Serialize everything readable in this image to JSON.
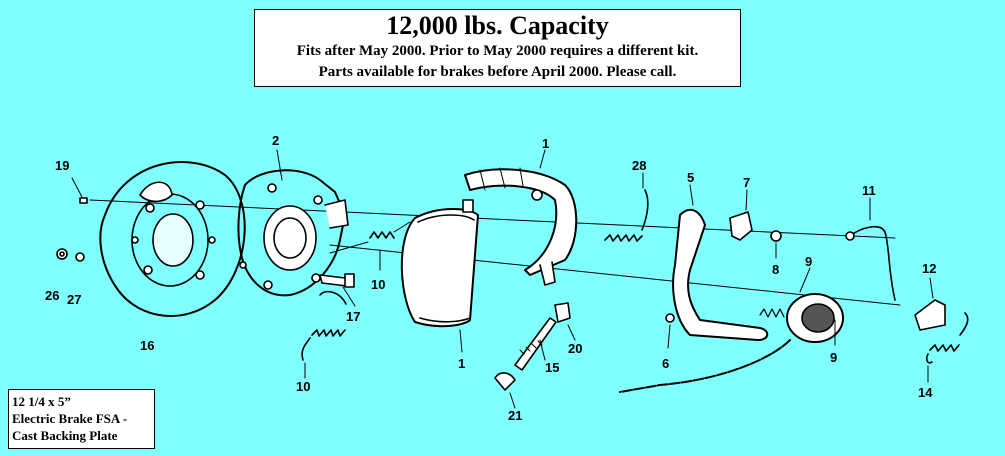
{
  "header": {
    "title": "12,000 lbs. Capacity",
    "line1": "Fits after May 2000. Prior to May 2000 requires a different kit.",
    "line2": "Parts available for brakes before April 2000. Please call."
  },
  "kit_box": {
    "line1": "12 1/4 x 5”",
    "line2": "Electric Brake FSA -",
    "line3": "Cast Backing Plate"
  },
  "part_labels": {
    "p1_top": "1",
    "p1_bottom": "1",
    "p2": "2",
    "p5": "5",
    "p6": "6",
    "p7": "7",
    "p8": "8",
    "p9_top": "9",
    "p9_bottom": "9",
    "p10_upper": "10",
    "p10_lower": "10",
    "p11": "11",
    "p12": "12",
    "p14": "14",
    "p15": "15",
    "p16": "16",
    "p17": "17",
    "p19": "19",
    "p20": "20",
    "p21": "21",
    "p26": "26",
    "p27": "27",
    "p28": "28"
  },
  "colors": {
    "background": "#80ffff",
    "line": "#000000"
  }
}
